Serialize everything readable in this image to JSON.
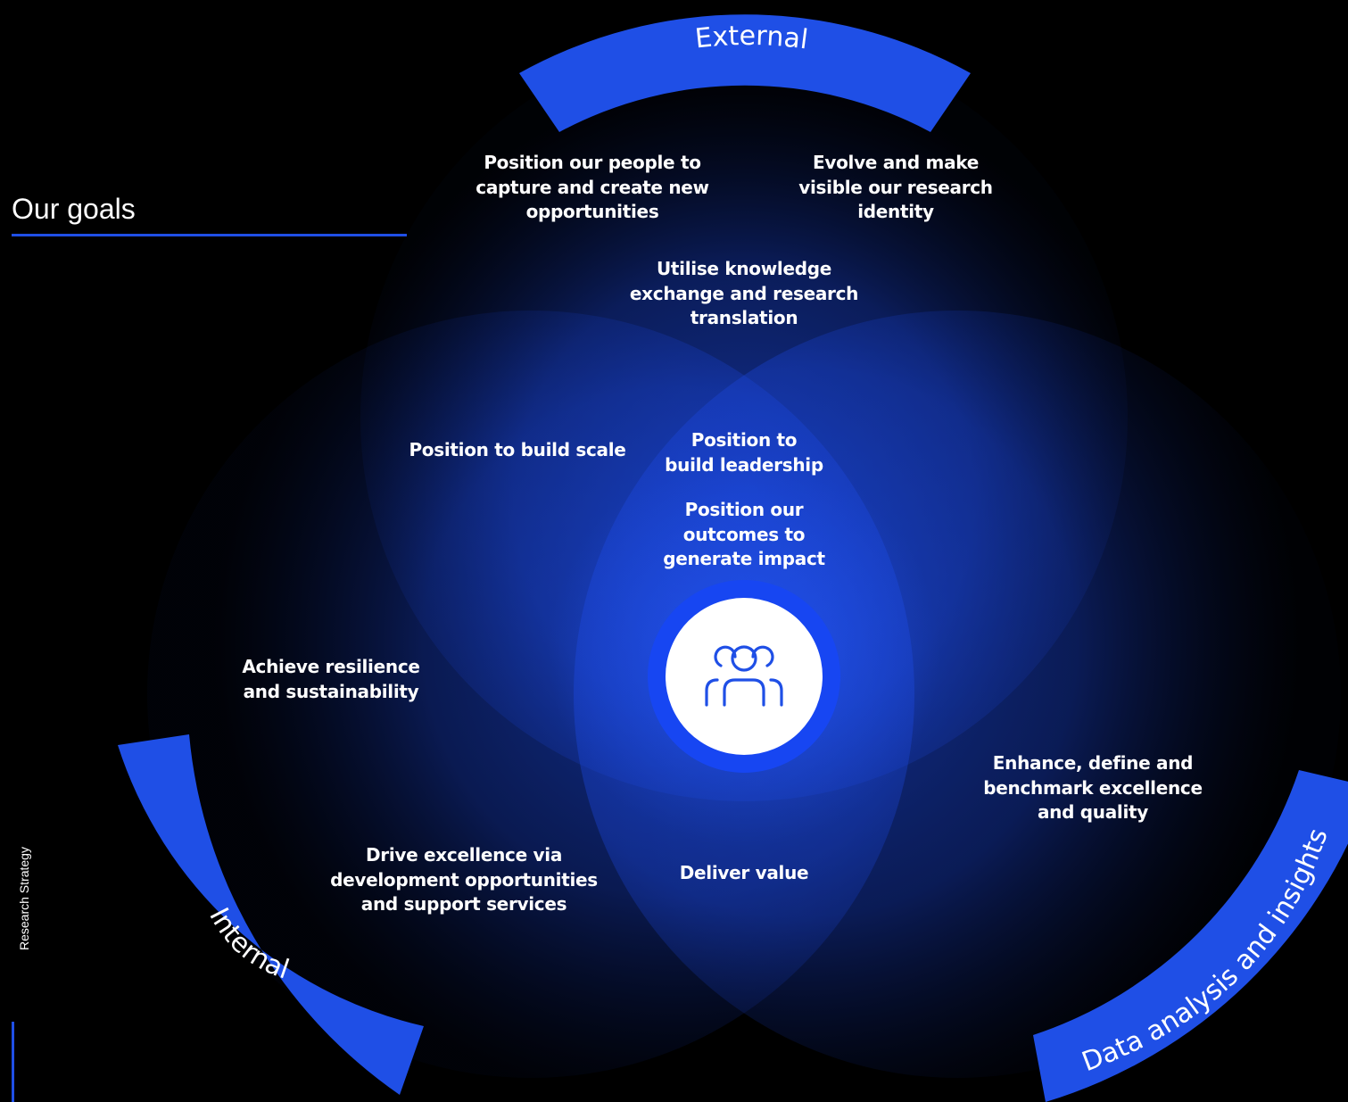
{
  "header": {
    "title": "Our goals"
  },
  "sidebar": {
    "document_label": "Research Strategy"
  },
  "diagram": {
    "bands": {
      "external": "External",
      "internal": "Internal",
      "data": "Data analysis and insights"
    },
    "goals": {
      "position_people": "Position our people to\ncapture and create new\nopportunities",
      "evolve_identity": "Evolve and make\nvisible our research\nidentity",
      "knowledge_exchange": "Utilise knowledge\nexchange and research\ntranslation",
      "build_scale": "Position to build scale",
      "build_leadership": "Position to\nbuild leadership",
      "generate_impact": "Position our\noutcomes to\ngenerate impact",
      "resilience": "Achieve resilience\nand sustainability",
      "enhance_excellence": "Enhance, define and\nbenchmark excellence\nand quality",
      "drive_excellence": "Drive excellence via\ndevelopment opportunities\nand support services",
      "deliver_value": "Deliver value"
    },
    "center_icon": "people-group-icon",
    "colors": {
      "accent": "#1f4fe6",
      "circle_fill": "#1e4ff0",
      "background": "#000000"
    }
  }
}
